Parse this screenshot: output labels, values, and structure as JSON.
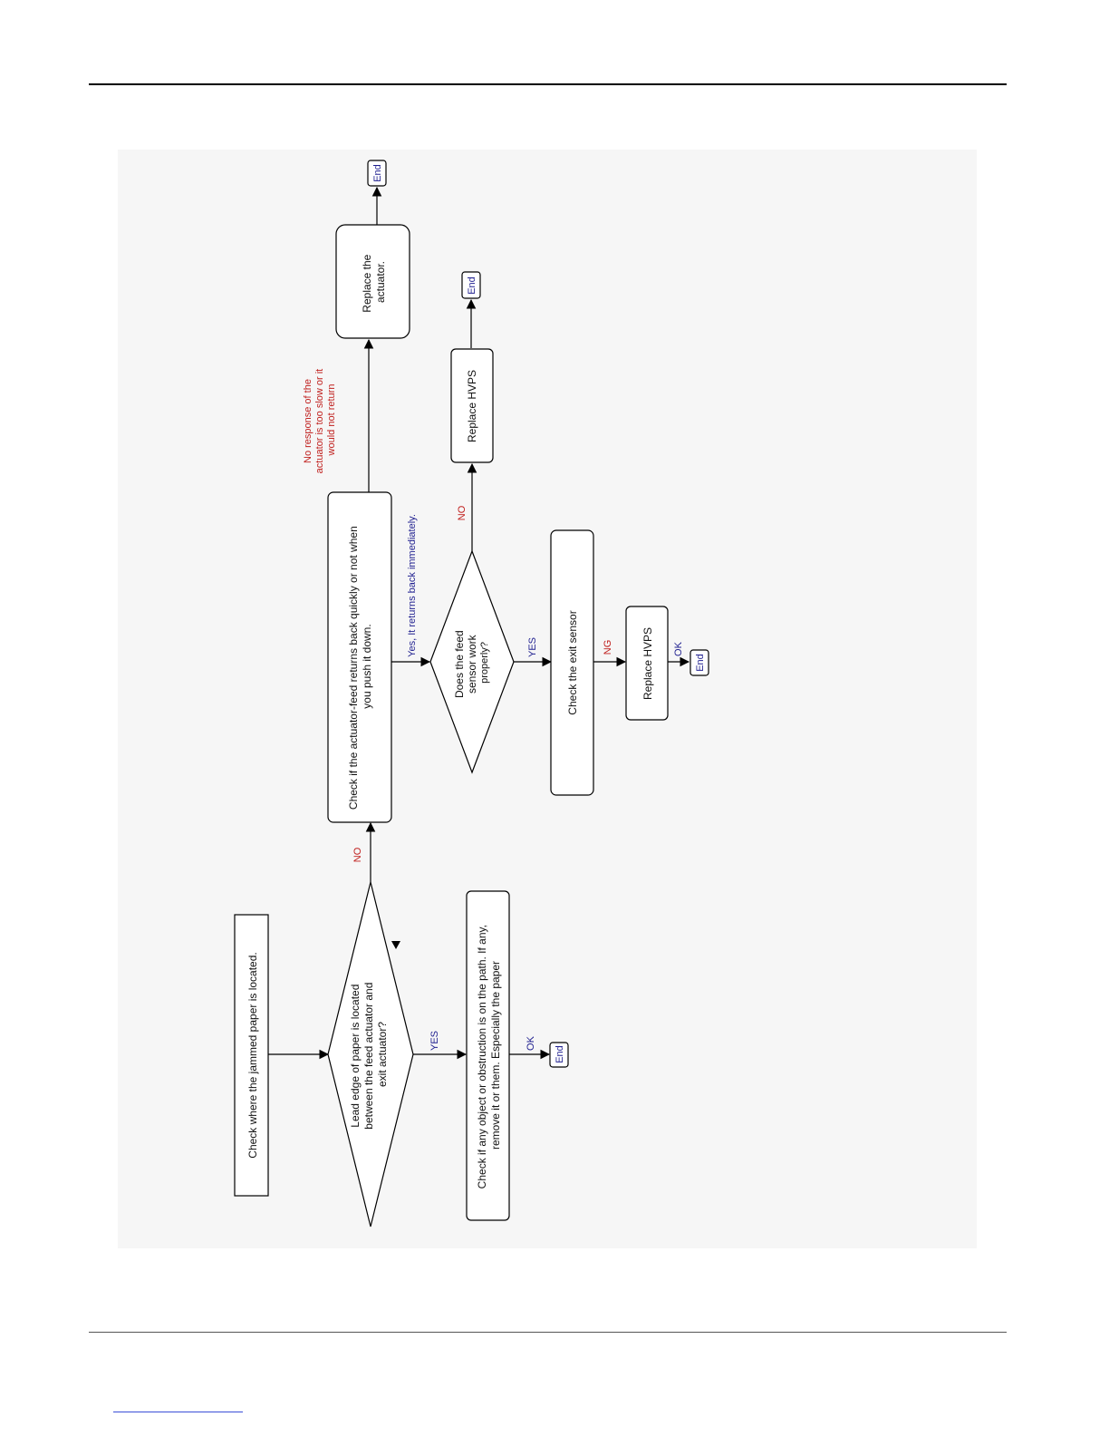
{
  "colors": {
    "yes_label": "#1f1f8f",
    "no_label": "#c0201e",
    "line": "#000000",
    "end_text": "#1f1f8f"
  },
  "diagram": {
    "start": {
      "lines": [
        "Check where the jammed paper is located."
      ]
    },
    "decision1": {
      "lines": [
        "Lead edge of paper is located",
        "between the feed actuator and",
        "exit actuator?"
      ]
    },
    "decision1_no": "NO",
    "decision1_yes": "YES",
    "obstruction": {
      "lines": [
        "Check if any object or obstruction is on the path. If any,",
        "remove it or them. Especially the paper"
      ]
    },
    "ok1": "OK",
    "end1": "End",
    "actuator_check": {
      "lines": [
        "Check if the actuator-feed returns back quickly or not when",
        "you push it down."
      ]
    },
    "slow_label": {
      "lines": [
        "No response of the",
        "actuator is too slow or it",
        "would not return"
      ]
    },
    "replace_actuator": {
      "lines": [
        "Replace the",
        "actuator."
      ]
    },
    "end2": "End",
    "yes_returns": "Yes, It returns back immediately.",
    "decision2": {
      "lines": [
        "Does the feed",
        "sensor work",
        "properly?"
      ]
    },
    "decision2_no": "NO",
    "replace_hvps1": "Replace HVPS",
    "end3": "End",
    "decision2_yes": "YES",
    "exit_sensor": "Check the exit sensor",
    "ng": "NG",
    "replace_hvps2": "Replace HVPS",
    "ok2": "OK",
    "end4": "End"
  }
}
